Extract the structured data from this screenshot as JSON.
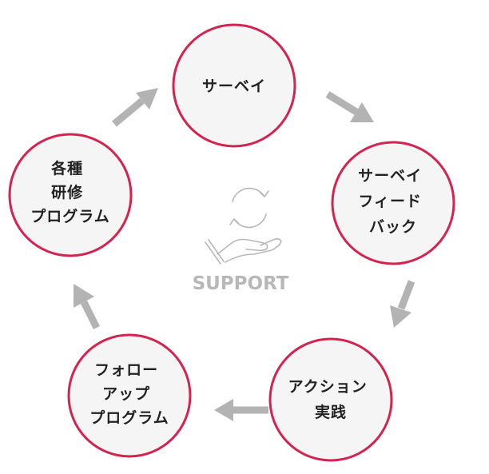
{
  "nodes": [
    {
      "id": "survey",
      "lines": [
        "サーベイ"
      ]
    },
    {
      "id": "survey-feedback",
      "lines": [
        "サーベイ",
        "フィード",
        "バック"
      ]
    },
    {
      "id": "action",
      "lines": [
        "アクション",
        "実践"
      ]
    },
    {
      "id": "follow-up",
      "lines": [
        "フォロー",
        "アップ",
        "プログラム"
      ]
    },
    {
      "id": "training",
      "lines": [
        "各種",
        "研修",
        "プログラム"
      ]
    }
  ],
  "center": {
    "label": "SUPPORT",
    "icon": "hand-with-cycle-arrows-icon"
  },
  "colors": {
    "circle_stroke": "#d4234e",
    "circle_fill": "#f5f5f5",
    "arrow": "#b3b3b3",
    "text": "#222222",
    "center": "#b8b8b8"
  }
}
